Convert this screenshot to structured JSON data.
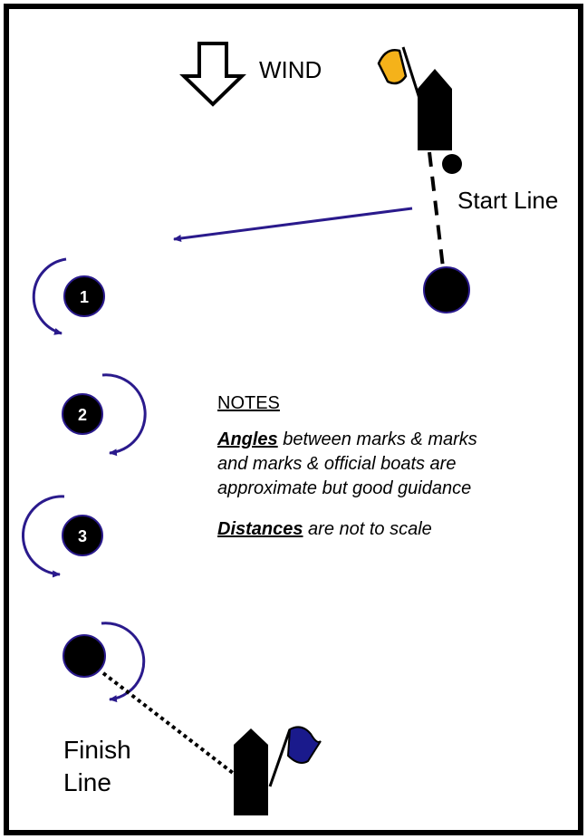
{
  "wind": {
    "label": "WIND"
  },
  "start_line": {
    "label": "Start Line"
  },
  "finish_line": {
    "label_line1": "Finish",
    "label_line2": "Line"
  },
  "marks": [
    {
      "number": "1",
      "rounding": "counter-clockwise"
    },
    {
      "number": "2",
      "rounding": "clockwise"
    },
    {
      "number": "3",
      "rounding": "counter-clockwise"
    }
  ],
  "notes": {
    "heading": "NOTES",
    "angles_keyword": "Angles",
    "angles_line1_rest": " between marks & marks",
    "angles_line2": "and marks & official boats are",
    "angles_line3": "approximate but good guidance",
    "distances_keyword": "Distances",
    "distances_rest": " are not to scale"
  },
  "colors": {
    "course_arrow": "#2a1a8c",
    "start_flag": "#f5b21a",
    "finish_flag": "#1a1a8c",
    "mark_fill": "#000000",
    "mark_outline": "#2a1a8c"
  }
}
